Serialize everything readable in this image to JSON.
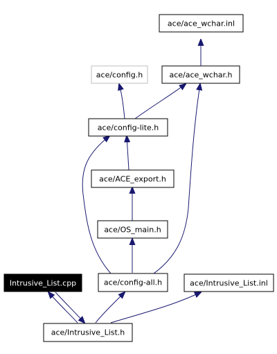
{
  "diagram": {
    "colors": {
      "edge": "#191970",
      "node_border": "#000000",
      "missing_node_border": "#bfbfbf",
      "highlight_fill": "#000000",
      "highlight_text": "#ffffff"
    },
    "nodes": [
      {
        "id": "ace_wchar_inl",
        "label": "ace/ace_wchar.inl",
        "style": "normal"
      },
      {
        "id": "config_h",
        "label": "ace/config.h",
        "style": "gray"
      },
      {
        "id": "ace_wchar_h",
        "label": "ace/ace_wchar.h",
        "style": "normal"
      },
      {
        "id": "config_lite_h",
        "label": "ace/config-lite.h",
        "style": "normal"
      },
      {
        "id": "ace_export_h",
        "label": "ace/ACE_export.h",
        "style": "normal"
      },
      {
        "id": "os_main_h",
        "label": "ace/OS_main.h",
        "style": "normal"
      },
      {
        "id": "intrusive_list_cpp",
        "label": "Intrusive_List.cpp",
        "style": "dark"
      },
      {
        "id": "config_all_h",
        "label": "ace/config-all.h",
        "style": "normal"
      },
      {
        "id": "intrusive_list_inl",
        "label": "ace/Intrusive_List.inl",
        "style": "normal"
      },
      {
        "id": "intrusive_list_h",
        "label": "ace/Intrusive_List.h",
        "style": "normal"
      }
    ],
    "edges": [
      {
        "from": "ace_wchar_h",
        "to": "ace_wchar_inl"
      },
      {
        "from": "config_lite_h",
        "to": "config_h"
      },
      {
        "from": "config_lite_h",
        "to": "ace_wchar_h"
      },
      {
        "from": "ace_export_h",
        "to": "config_lite_h"
      },
      {
        "from": "os_main_h",
        "to": "ace_export_h"
      },
      {
        "from": "config_all_h",
        "to": "os_main_h"
      },
      {
        "from": "config_all_h",
        "to": "config_lite_h"
      },
      {
        "from": "config_all_h",
        "to": "ace_wchar_h"
      },
      {
        "from": "intrusive_list_h",
        "to": "config_all_h"
      },
      {
        "from": "intrusive_list_h",
        "to": "intrusive_list_inl"
      },
      {
        "from": "intrusive_list_h",
        "to": "intrusive_list_cpp"
      },
      {
        "from": "intrusive_list_cpp",
        "to": "intrusive_list_h"
      }
    ]
  }
}
